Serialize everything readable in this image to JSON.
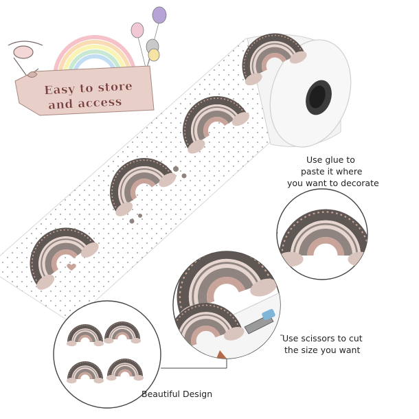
{
  "banner": {
    "line1": "Easy to store",
    "line2": "and access"
  },
  "callouts": {
    "glue_line1": "Use glue to",
    "glue_line2": "paste it where",
    "glue_line3": "you want to decorate",
    "scissors_line1": "Use scissors to cut",
    "scissors_line2": "the size you want",
    "design": "Beautiful Design"
  },
  "colors": {
    "rainbow_dark": "#5f5753",
    "rainbow_mid": "#8f8480",
    "rainbow_pink": "#c9a49a",
    "rainbow_light": "#e7d6d0",
    "roll_core": "#3c3c3c",
    "banner_text": "#7a3f3f",
    "banner_bg": "#e8cfc8",
    "pastel_arc": [
      "#f4b8c1",
      "#f8d6a8",
      "#f9f1a8",
      "#bfe5c9",
      "#b9d8f0"
    ],
    "balloons": [
      "#b7a3d6",
      "#f1c8d4",
      "#f7e3a3",
      "#c9c9c9"
    ]
  }
}
